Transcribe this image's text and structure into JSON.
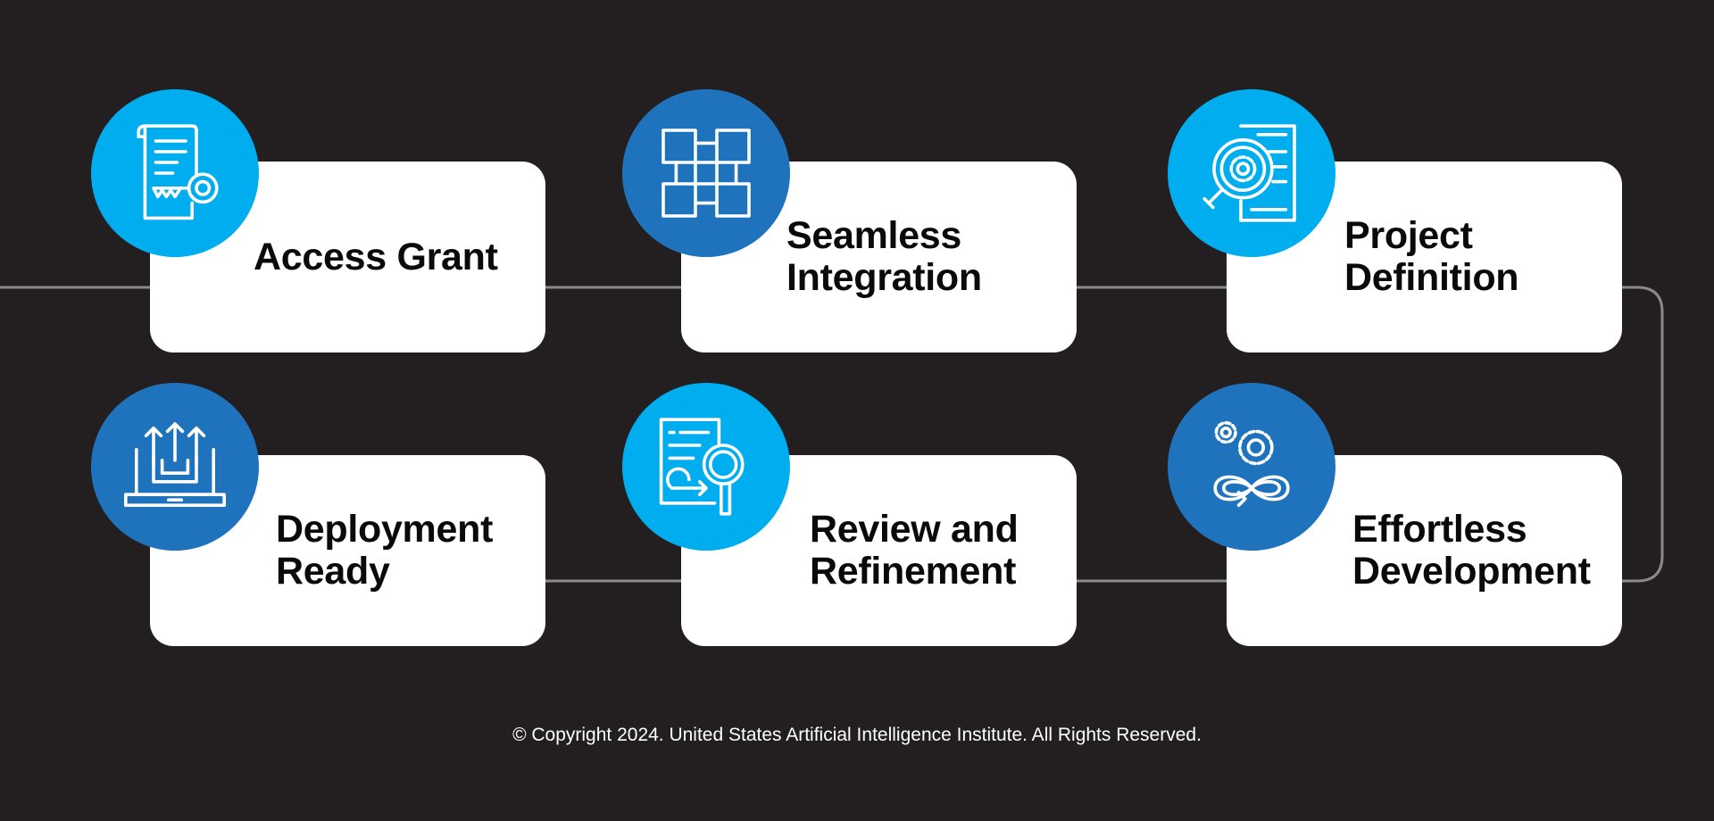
{
  "colors": {
    "background": "#231f20",
    "card": "#ffffff",
    "badge_light": "#00aeef",
    "badge_dark": "#1f73bd",
    "connector": "#8a8a8a",
    "text": "#0a0a0a"
  },
  "steps": [
    {
      "line1": "Access Grant",
      "line2": "",
      "icon": "document-key-icon"
    },
    {
      "line1": "Seamless",
      "line2": "Integration",
      "icon": "integration-blocks-icon"
    },
    {
      "line1": "Project",
      "line2": "Definition",
      "icon": "document-gear-magnifier-icon"
    },
    {
      "line1": "Deployment",
      "line2": "Ready",
      "icon": "laptop-upload-icon"
    },
    {
      "line1": "Review and",
      "line2": "Refinement",
      "icon": "document-search-icon"
    },
    {
      "line1": "Effortless",
      "line2": "Development",
      "icon": "gears-infinity-icon"
    }
  ],
  "footer": {
    "copyright": "© Copyright 2024. United States Artificial Intelligence Institute. All Rights Reserved."
  }
}
